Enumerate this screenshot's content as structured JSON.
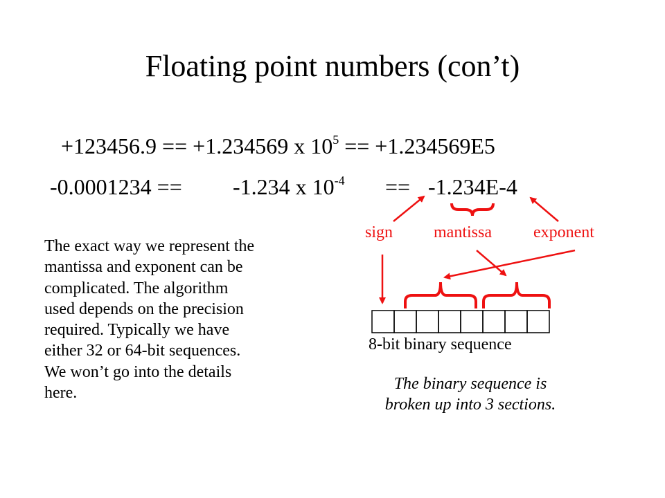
{
  "slide": {
    "title": "Floating point numbers (con’t)",
    "equation_1": {
      "decimal": "+123456.9 == +1.234569 x 10",
      "exponent": "5",
      "e_notation": " == +1.234569E5"
    },
    "equation_2": {
      "decimal": "-0.0001234 ==",
      "scientific": "-1.234 x 10",
      "exponent": "-4",
      "equals": "==",
      "e_notation": "-1.234E-4"
    },
    "labels": {
      "sign": "sign",
      "mantissa": "mantissa",
      "exponent": "exponent"
    },
    "body_lines": [
      "The exact way we represent the",
      "mantissa and exponent can be",
      "complicated.  The algorithm",
      "used depends on the precision",
      "required.  Typically we have",
      "either 32 or 64-bit sequences.",
      "We won’t go into the details",
      "here."
    ],
    "sequence_label": "8-bit binary sequence",
    "caption_lines": [
      "The binary sequence is",
      "broken up into 3 sections."
    ],
    "colors": {
      "accent": "#ee1111",
      "text": "#000000",
      "background": "#ffffff"
    },
    "bit_count": 8
  }
}
